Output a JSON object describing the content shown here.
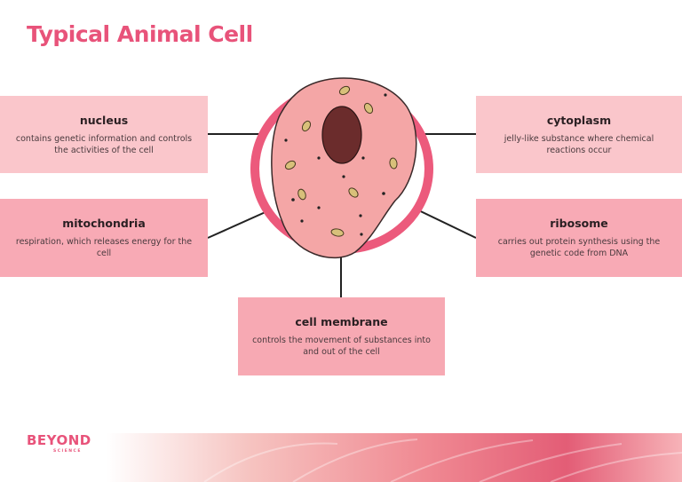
{
  "title": "Typical Animal Cell",
  "labels": {
    "nucleus": {
      "heading": "nucleus",
      "desc": "contains genetic information and controls the activities of the cell"
    },
    "mitochondria": {
      "heading": "mitochondria",
      "desc": "respiration, which releases energy for the cell"
    },
    "cytoplasm": {
      "heading": "cytoplasm",
      "desc": "jelly-like substance where chemical reactions occur"
    },
    "ribosome": {
      "heading": "ribosome",
      "desc": "carries out protein synthesis using the genetic code from DNA"
    },
    "cell_membrane": {
      "heading": "cell membrane",
      "desc": "controls the movement of substances into and out of the cell"
    }
  },
  "logo": {
    "word": "BEYOND",
    "sub": "SCIENCE"
  },
  "colors": {
    "accent": "#e8537a",
    "cell_fill": "#f4a6a6",
    "nucleus_fill": "#6b2c2c",
    "ring": "#ec5a7c"
  }
}
